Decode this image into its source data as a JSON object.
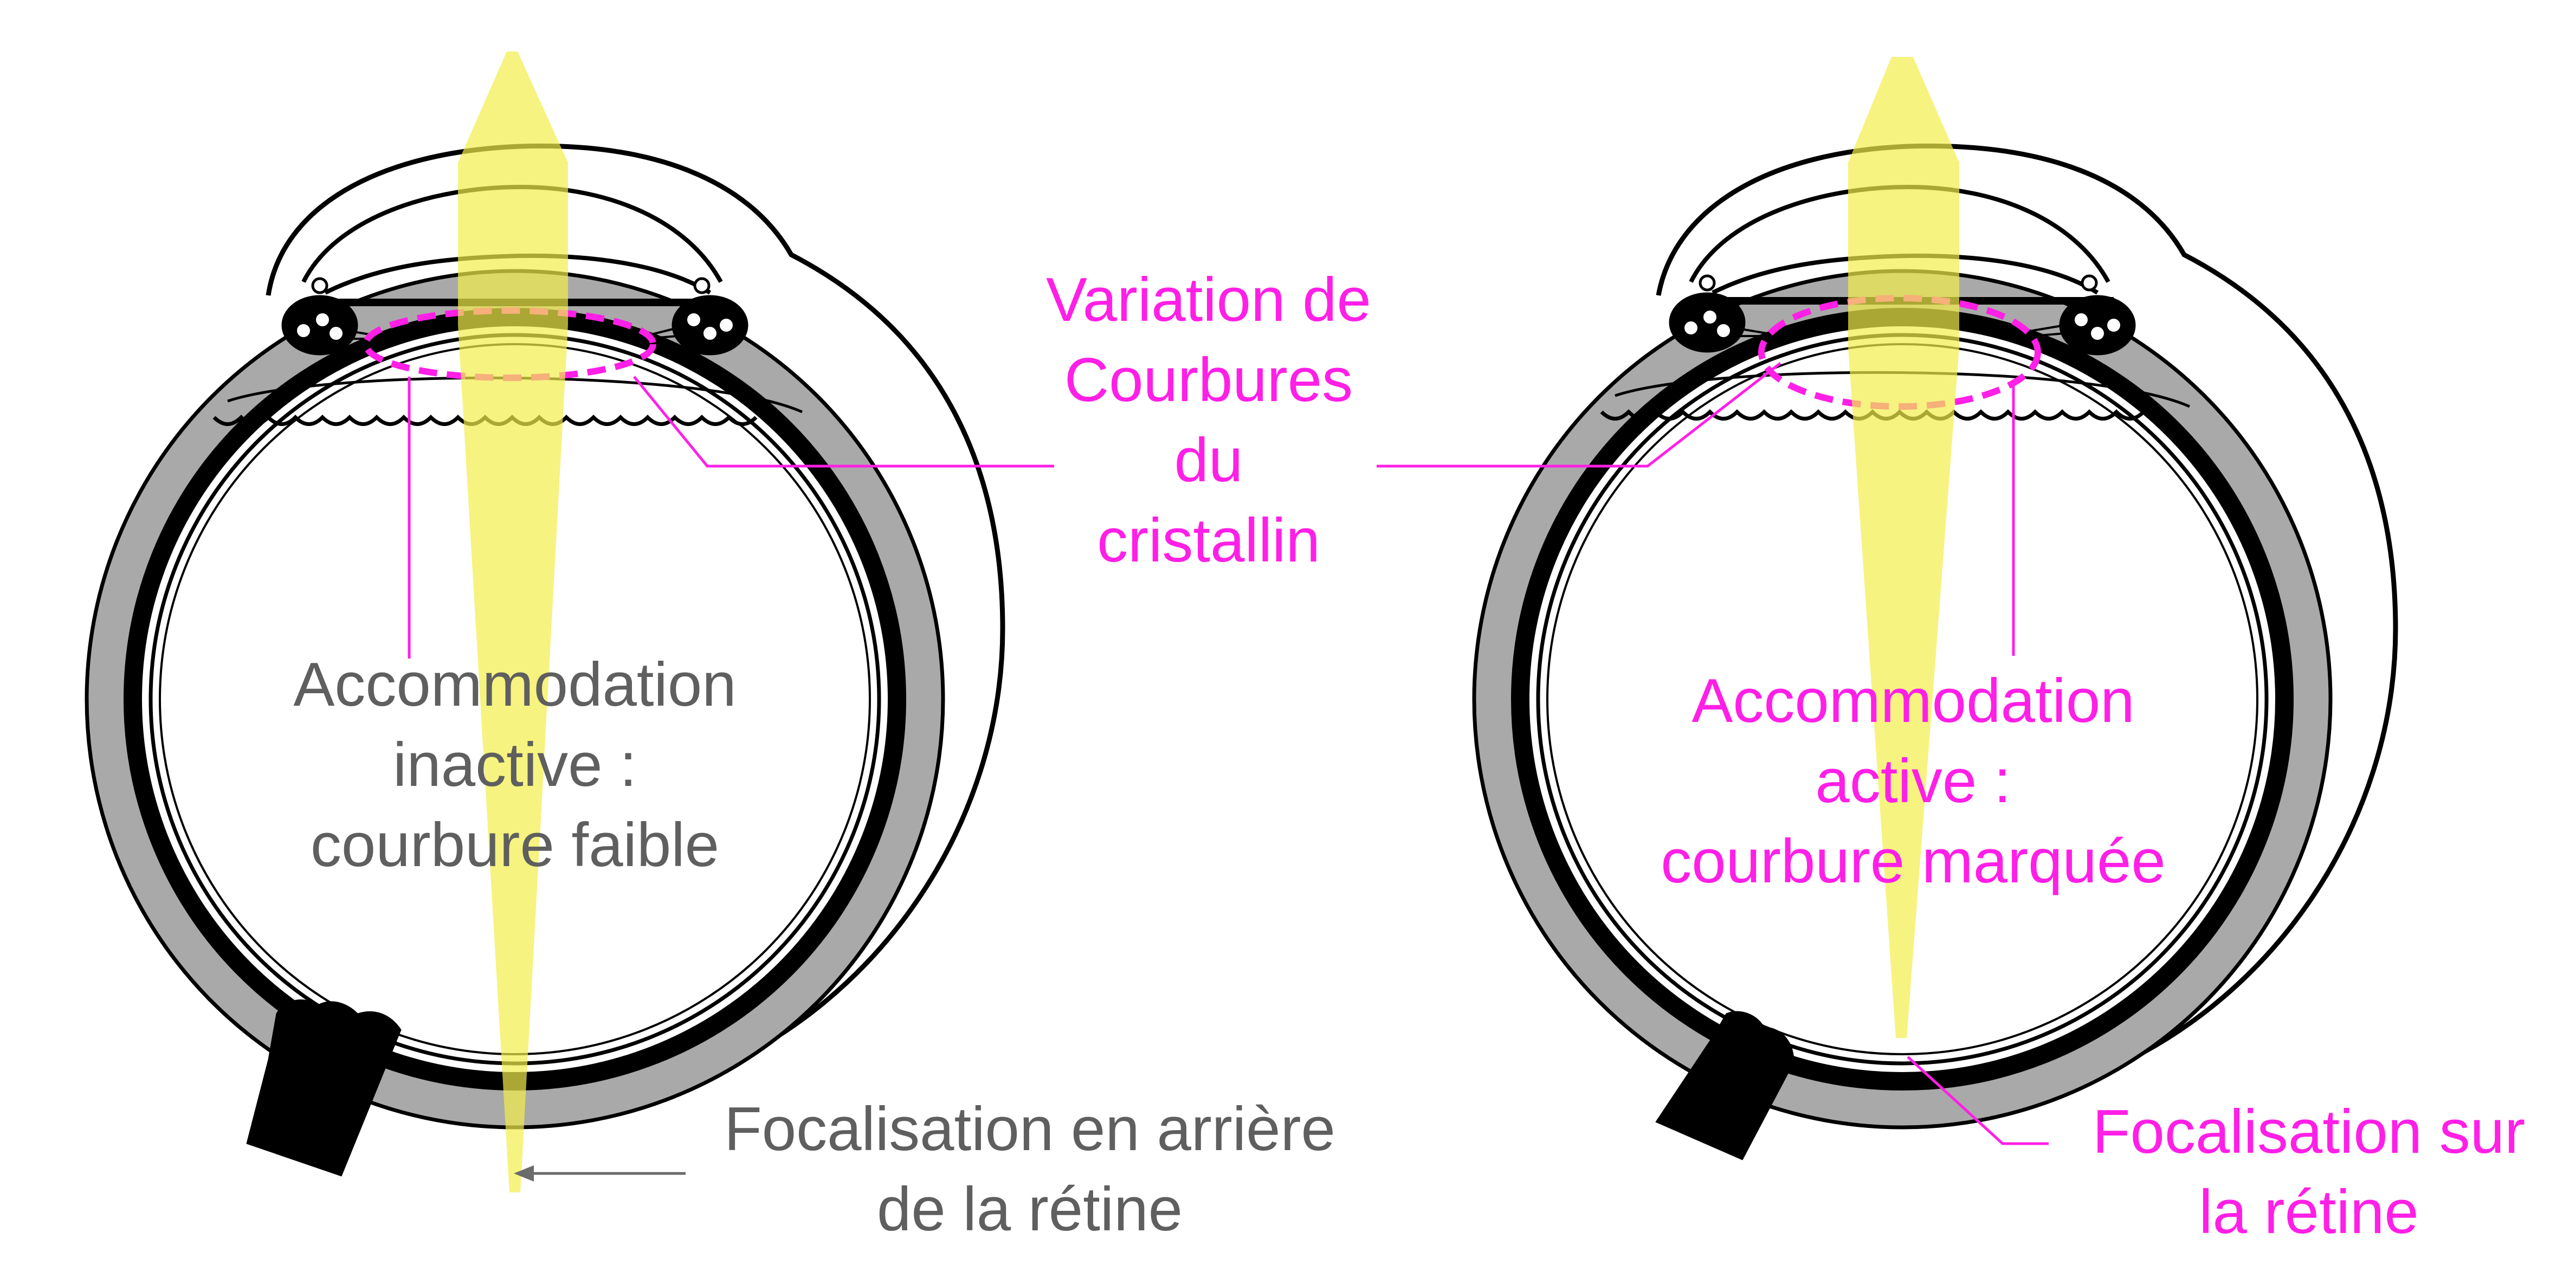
{
  "colors": {
    "accent_magenta": "#ff1fe6",
    "label_gray": "#5f5f5f",
    "light_beam": "#f2ee4a",
    "sclera_gray": "#a9a9a9",
    "outline": "#000000"
  },
  "labels": {
    "center": {
      "line1": "Variation de",
      "line2": "Courbures",
      "line3": "du",
      "line4": "cristallin"
    },
    "left": {
      "state_line1": "Accommodation",
      "state_line2": "inactive :",
      "state_line3": "courbure faible",
      "focus_line1": "Focalisation en arrière",
      "focus_line2": "de la rétine"
    },
    "right": {
      "state_line1": "Accommodation",
      "state_line2": "active :",
      "state_line3": "courbure marquée",
      "focus_line1": "Focalisation sur",
      "focus_line2": "la rétine"
    }
  }
}
